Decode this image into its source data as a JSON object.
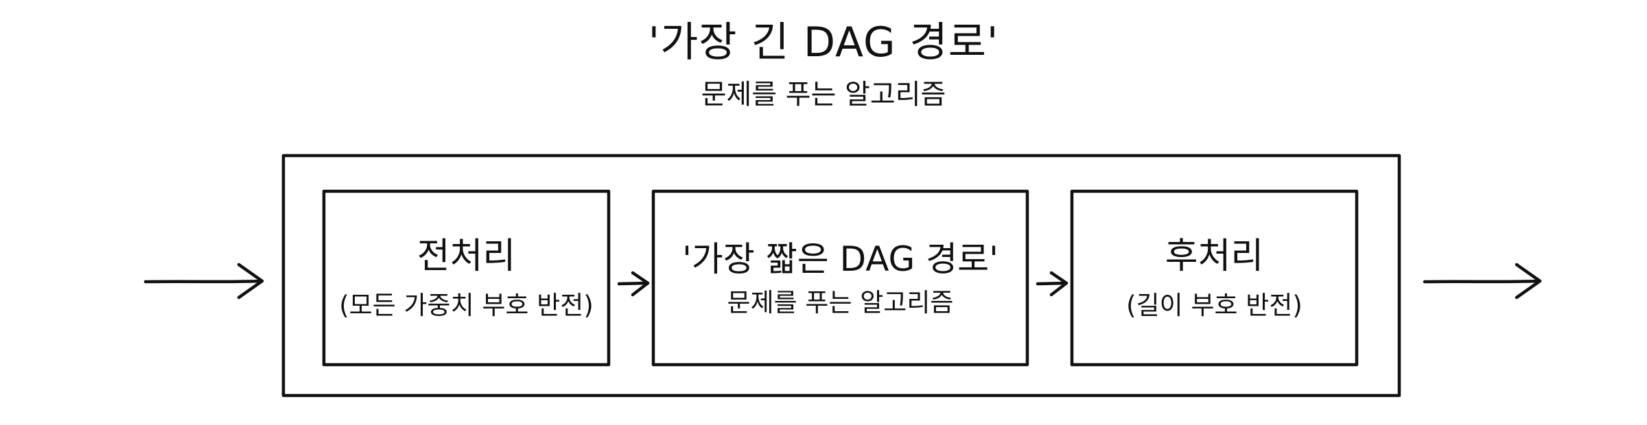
{
  "title": "'가장 긴 DAG 경로'",
  "subtitle": "문제를 푸는 알고리즘",
  "stages": [
    {
      "title": "전처리",
      "subtitle": "(모든 가중치 부호 반전)"
    },
    {
      "title": "'가장 짧은 DAG 경로'",
      "subtitle": "문제를 푸는 알고리즘"
    },
    {
      "title": "후처리",
      "subtitle": "(길이 부호 반전)"
    }
  ],
  "colors": {
    "stroke": "#111111",
    "background": "#ffffff"
  }
}
